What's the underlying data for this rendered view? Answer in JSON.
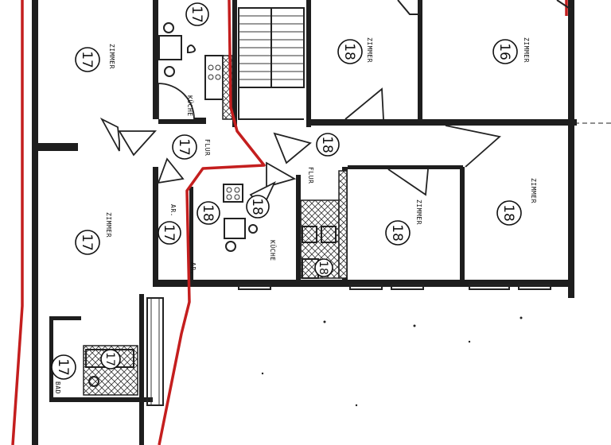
{
  "rooms": [
    {
      "id": "r1",
      "number": "17",
      "label": "ZIMMER"
    },
    {
      "id": "r2",
      "number": "17",
      "label": ""
    },
    {
      "id": "r3",
      "number": "18",
      "label": "ZIMMER"
    },
    {
      "id": "r4",
      "number": "16",
      "label": "ZIMMER"
    },
    {
      "id": "r5",
      "number": "17",
      "label": "FLUR"
    },
    {
      "id": "r6",
      "number": "18",
      "label": "FLUR"
    },
    {
      "id": "r7",
      "number": "17",
      "label": "ZIMMER"
    },
    {
      "id": "r8",
      "number": "17",
      "label": "AR."
    },
    {
      "id": "r9",
      "number": "18",
      "label": "AR."
    },
    {
      "id": "r10",
      "number": "18",
      "label": ""
    },
    {
      "id": "r11",
      "number": "18",
      "label": "ZIMMER"
    },
    {
      "id": "r12",
      "number": "18",
      "label": "ZIMMER"
    },
    {
      "id": "r13",
      "number": "18",
      "label": ""
    },
    {
      "id": "r14",
      "number": "17",
      "label": ""
    },
    {
      "id": "r15",
      "number": "17",
      "label": ""
    }
  ],
  "extra_labels": {
    "kitchen_upper": "KÜCHE",
    "kitchen_lower": "KÜCHE",
    "bath_lower": "BAD"
  },
  "colors": {
    "boundary": "#c41e1e",
    "walls": "#1e1e1e"
  }
}
